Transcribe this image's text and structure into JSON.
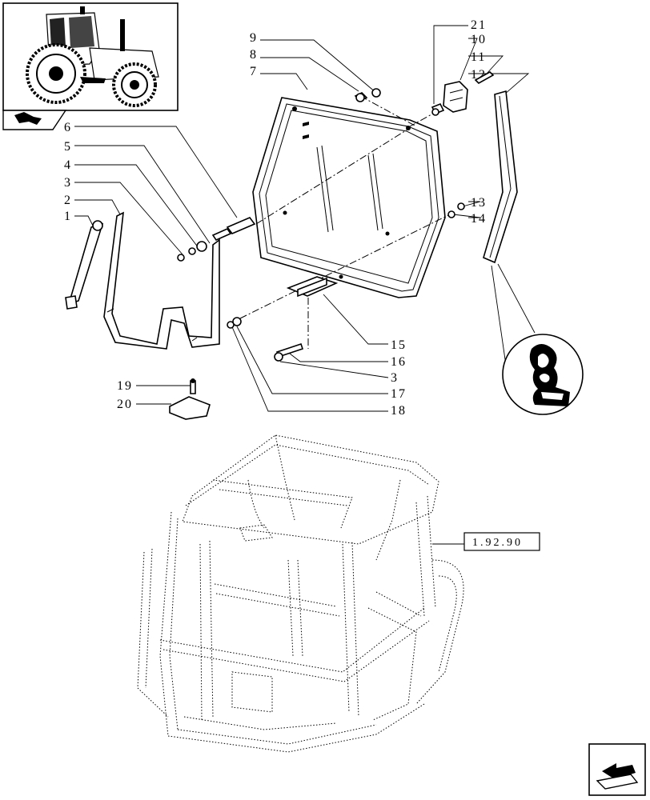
{
  "callouts": {
    "c1": "1",
    "c2": "2",
    "c3a": "3",
    "c3b": "3",
    "c4": "4",
    "c5": "5",
    "c6": "6",
    "c7": "7",
    "c8": "8",
    "c9": "9",
    "c10": "10",
    "c11": "11",
    "c12": "12",
    "c13": "13",
    "c14": "14",
    "c15": "15",
    "c16": "16",
    "c17": "17",
    "c18": "18",
    "c19": "19",
    "c20": "20",
    "c21": "21"
  },
  "reference": {
    "cab_frame": "1.92.90"
  },
  "icons": {
    "thumbnail": "tractor-thumbnail",
    "section": "arrow-section-icon",
    "next": "next-page-arrow-icon"
  },
  "colors": {
    "line": "#000000",
    "background": "#ffffff"
  }
}
